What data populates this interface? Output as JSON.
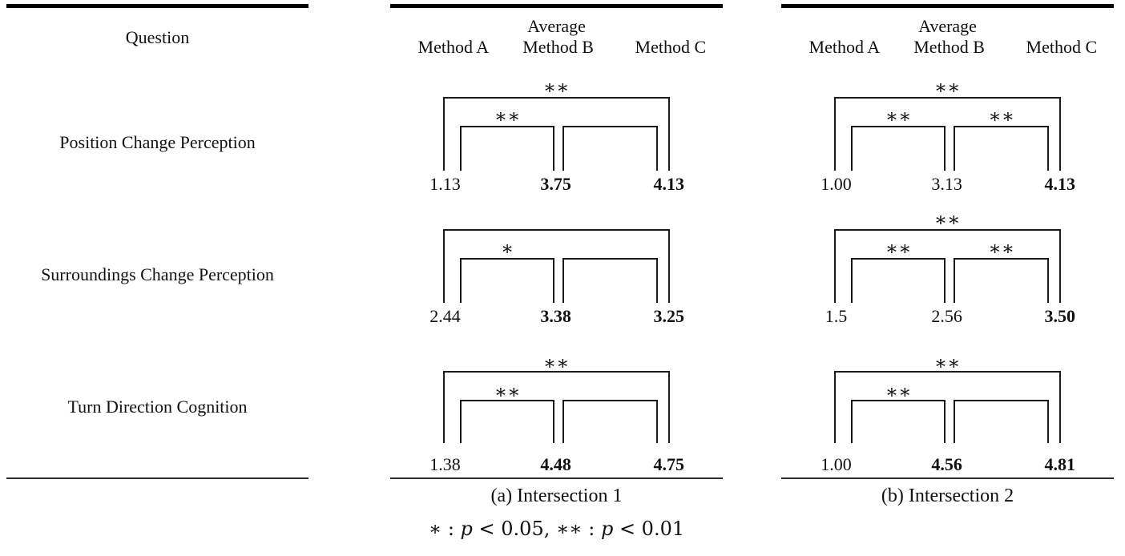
{
  "question_column": {
    "header": "Question",
    "rows": [
      "Position Change Perception",
      "Surroundings Change Perception",
      "Turn Direction Cognition"
    ]
  },
  "panels": [
    {
      "caption": "(a) Intersection 1",
      "header": {
        "group_label": "Average",
        "columns": [
          "Method A",
          "Method B",
          "Method C"
        ]
      },
      "rows": [
        {
          "question": "Position Change Perception",
          "sig_ac": "∗∗",
          "sig_ab": "∗∗",
          "sig_bc": "",
          "values": [
            {
              "text": "1.13",
              "bold": false
            },
            {
              "text": "3.75",
              "bold": true
            },
            {
              "text": "4.13",
              "bold": true
            }
          ]
        },
        {
          "question": "Surroundings Change Perception",
          "sig_ac": "",
          "sig_ab": "∗",
          "sig_bc": "",
          "values": [
            {
              "text": "2.44",
              "bold": false
            },
            {
              "text": "3.38",
              "bold": true
            },
            {
              "text": "3.25",
              "bold": true
            }
          ]
        },
        {
          "question": "Turn Direction Cognition",
          "sig_ac": "∗∗",
          "sig_ab": "∗∗",
          "sig_bc": "",
          "values": [
            {
              "text": "1.38",
              "bold": false
            },
            {
              "text": "4.48",
              "bold": true
            },
            {
              "text": "4.75",
              "bold": true
            }
          ]
        }
      ]
    },
    {
      "caption": "(b) Intersection 2",
      "header": {
        "group_label": "Average",
        "columns": [
          "Method A",
          "Method B",
          "Method C"
        ]
      },
      "rows": [
        {
          "question": "Position Change Perception",
          "sig_ac": "∗∗",
          "sig_ab": "∗∗",
          "sig_bc": "∗∗",
          "values": [
            {
              "text": "1.00",
              "bold": false
            },
            {
              "text": "3.13",
              "bold": false
            },
            {
              "text": "4.13",
              "bold": true
            }
          ]
        },
        {
          "question": "Surroundings Change Perception",
          "sig_ac": "∗∗",
          "sig_ab": "∗∗",
          "sig_bc": "∗∗",
          "values": [
            {
              "text": "1.5",
              "bold": false
            },
            {
              "text": "2.56",
              "bold": false
            },
            {
              "text": "3.50",
              "bold": true
            }
          ]
        },
        {
          "question": "Turn Direction Cognition",
          "sig_ac": "∗∗",
          "sig_ab": "∗∗",
          "sig_bc": "",
          "values": [
            {
              "text": "1.00",
              "bold": false
            },
            {
              "text": "4.56",
              "bold": true
            },
            {
              "text": "4.81",
              "bold": true
            }
          ]
        }
      ]
    }
  ],
  "footnote": {
    "parts": [
      "∗ : ",
      "p",
      " < 0.05, ∗∗ : ",
      "p",
      " < 0.01"
    ]
  },
  "colors": {
    "text": "#111111",
    "rule_thick": "#000000",
    "rule_thin": "#2b2b2b",
    "bracket": "#1a1a1a",
    "background": "#ffffff"
  },
  "chart_data": {
    "type": "table",
    "title": "Question averages per method with significance brackets",
    "row_label_header": "Question",
    "categories": [
      "Position Change Perception",
      "Surroundings Change Perception",
      "Turn Direction Cognition"
    ],
    "value_label": "Average",
    "value_range": [
      1.0,
      5.0
    ],
    "subcharts": [
      {
        "caption": "(a) Intersection 1",
        "series": [
          {
            "name": "Method A",
            "values": [
              1.13,
              2.44,
              1.38
            ]
          },
          {
            "name": "Method B",
            "values": [
              3.75,
              3.38,
              4.48
            ]
          },
          {
            "name": "Method C",
            "values": [
              4.13,
              3.25,
              4.75
            ]
          }
        ],
        "bold_values": [
          [
            3.75,
            4.13
          ],
          [
            3.38,
            3.25
          ],
          [
            4.48,
            4.75
          ]
        ],
        "significance": [
          {
            "question": "Position Change Perception",
            "A_vs_B": "**",
            "B_vs_C": "",
            "A_vs_C": "**"
          },
          {
            "question": "Surroundings Change Perception",
            "A_vs_B": "*",
            "B_vs_C": "",
            "A_vs_C": ""
          },
          {
            "question": "Turn Direction Cognition",
            "A_vs_B": "**",
            "B_vs_C": "",
            "A_vs_C": "**"
          }
        ]
      },
      {
        "caption": "(b) Intersection 2",
        "series": [
          {
            "name": "Method A",
            "values": [
              1.0,
              1.5,
              1.0
            ]
          },
          {
            "name": "Method B",
            "values": [
              3.13,
              2.56,
              4.56
            ]
          },
          {
            "name": "Method C",
            "values": [
              4.13,
              3.5,
              4.81
            ]
          }
        ],
        "bold_values": [
          [
            4.13
          ],
          [
            3.5
          ],
          [
            4.56,
            4.81
          ]
        ],
        "significance": [
          {
            "question": "Position Change Perception",
            "A_vs_B": "**",
            "B_vs_C": "**",
            "A_vs_C": "**"
          },
          {
            "question": "Surroundings Change Perception",
            "A_vs_B": "**",
            "B_vs_C": "**",
            "A_vs_C": "**"
          },
          {
            "question": "Turn Direction Cognition",
            "A_vs_B": "**",
            "B_vs_C": "",
            "A_vs_C": "**"
          }
        ]
      }
    ],
    "legend": "∗ : p < 0.05, ∗∗ : p < 0.01",
    "legend_position": "below subfigure (a)"
  }
}
